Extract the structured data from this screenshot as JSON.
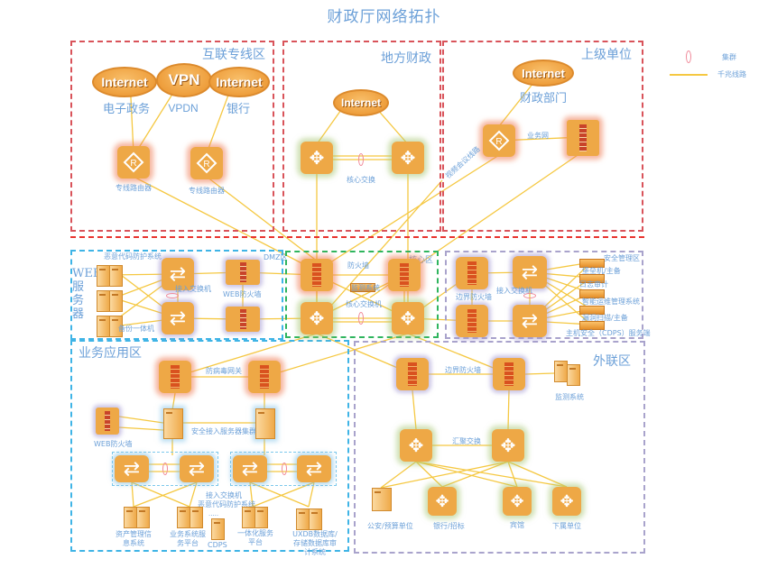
{
  "title": "财政厅网络拓扑",
  "legend": {
    "items": [
      {
        "icon": "cluster-ring-icon",
        "label": "集群"
      },
      {
        "icon": "gigabit-line-icon",
        "label": "千兆线路"
      }
    ],
    "colors": {
      "line": "#f5c842",
      "ring": "#f08a9a"
    }
  },
  "zones": {
    "interconnect": {
      "label": "互联专线区",
      "clouds": [
        {
          "text": "Internet",
          "caption": "电子政务"
        },
        {
          "text": "VPN",
          "caption": "VPDN"
        },
        {
          "text": "Internet",
          "caption": "银行"
        }
      ],
      "routers": [
        {
          "label": "专线路由器"
        },
        {
          "label": "专线路由器"
        }
      ]
    },
    "local_finance": {
      "label": "地方财政",
      "cloud": "Internet",
      "switch_label": "核心交换"
    },
    "superior": {
      "label": "上级单位",
      "cloud": "Internet",
      "caption": "财政部门",
      "link_label": "业务网",
      "video_link_label": "视频会议线路"
    },
    "web_servers": {
      "label": "WEB服务器",
      "dmz_label": "DMZ区",
      "malicious_code_label": "恶意代码防护系统",
      "backup_label": "备份一体机",
      "access_switch_label": "接入交换机",
      "web_firewall_label": "WEB防火墙"
    },
    "core": {
      "label": "核心区",
      "firewall_label": "防火墙",
      "monitor_label": "监测系统",
      "core_switch_label": "核心交换机"
    },
    "security_mgmt": {
      "label": "安全管理区",
      "border_firewall_label": "边界防火墙",
      "access_switch_label": "接入交换机",
      "systems": [
        "堡垒机/主备",
        "日志审计",
        "智能运维管理系统",
        "漏洞扫描/主备",
        "主机安全（CDPS）服务端"
      ]
    },
    "business_app": {
      "label": "业务应用区",
      "antivirus_gateway_label": "防病毒网关",
      "web_firewall_label": "WEB防火墙",
      "server_cluster_label": "安全接入服务器集群",
      "access_switch_label": "接入交换机",
      "malicious_code_label": "恶意代码防护系统",
      "dots": "·····",
      "systems": [
        "资产管理信息系统",
        "业务系统服务平台",
        "CDPS",
        "一体化服务平台",
        "UXDB数据库/存储数据库审计系统"
      ]
    },
    "external": {
      "label": "外联区",
      "border_firewall_label": "边界防火墙",
      "monitor_label": "监测系统",
      "aggregation_switch_label": "汇聚交换",
      "endpoints": [
        "公安/预算单位",
        "银行/招标",
        "宾馆",
        "下属单位"
      ]
    }
  }
}
